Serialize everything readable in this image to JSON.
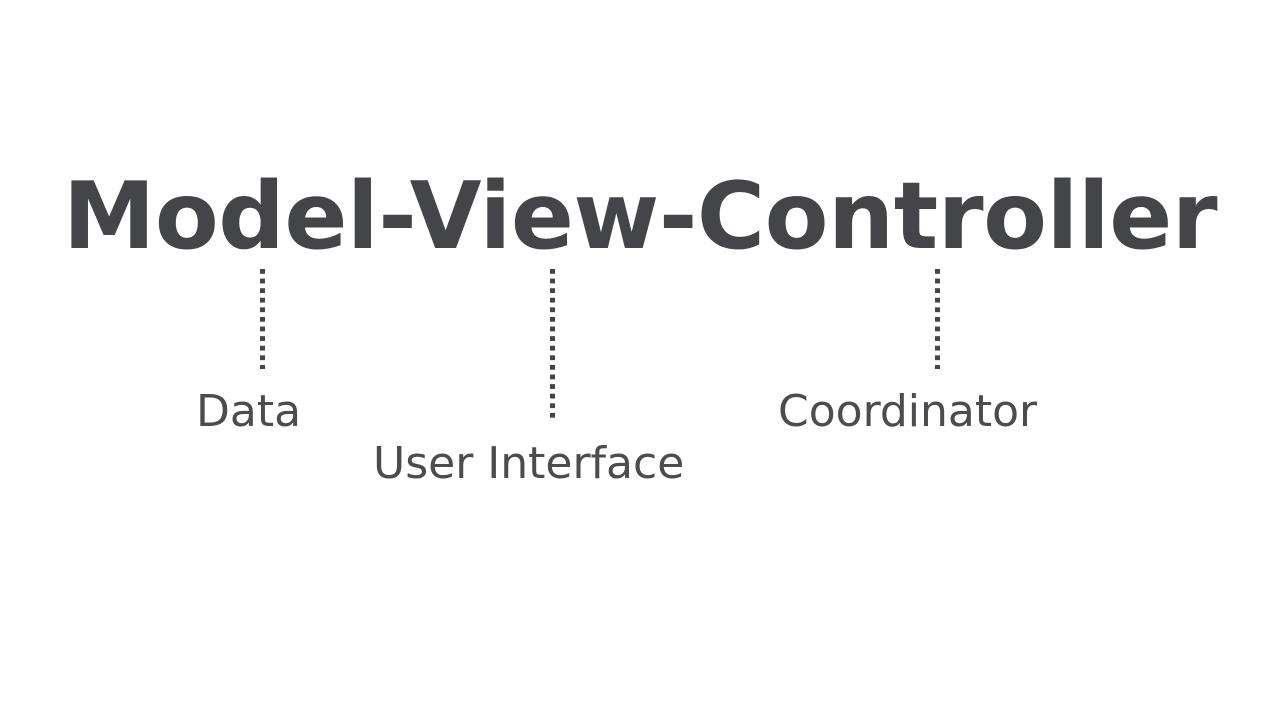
{
  "slide": {
    "background_color": "#ffffff",
    "title": "Model-View-Controller",
    "title_color": "#444548",
    "label_color": "#4a4c50",
    "connector_color": "#444548"
  },
  "pattern": {
    "name": "Model-View-Controller",
    "parts": [
      {
        "term": "Model",
        "description": "Data",
        "connector": "dotted-vertical-line"
      },
      {
        "term": "View",
        "description": "User Interface",
        "connector": "dotted-vertical-line"
      },
      {
        "term": "Controller",
        "description": "Coordinator",
        "connector": "dotted-vertical-line"
      }
    ]
  }
}
